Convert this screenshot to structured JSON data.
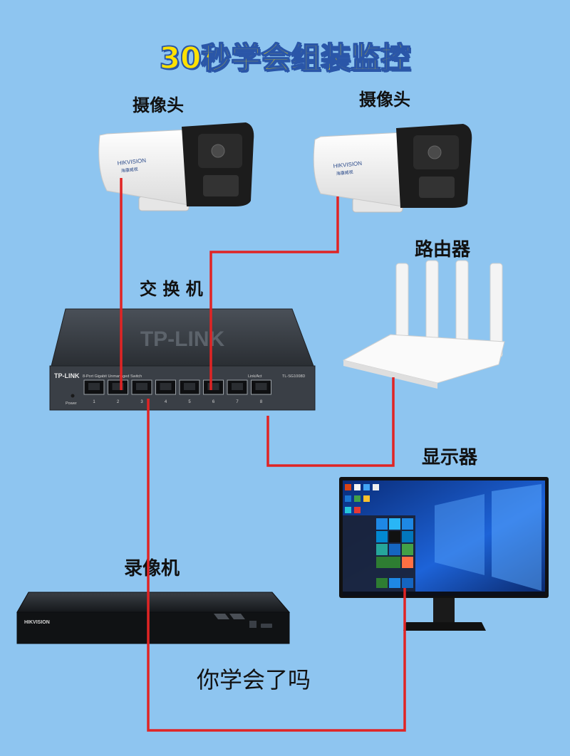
{
  "title": "30秒学会组装监控",
  "question": "你学会了吗",
  "labels": {
    "camera_left": "摄像头",
    "camera_right": "摄像头",
    "switch": "交 换 机",
    "router": "路由器",
    "monitor": "显示器",
    "nvr": "录像机"
  },
  "camera": {
    "brand": "HIKVISION",
    "sub": "海康威视"
  },
  "switch": {
    "brand": "TP-LINK",
    "model_line": "8-Port Gigabit Unmanaged Switch",
    "model": "TL-SG1008D",
    "link": "Link/Act",
    "power": "Power",
    "logo": "TP-LINK",
    "ports": [
      "1",
      "2",
      "3",
      "4",
      "5",
      "6",
      "7",
      "8"
    ]
  },
  "nvr": {
    "brand": "HIKVISION"
  },
  "colors": {
    "background": "#8ec5f0",
    "title_fill": "#ffe100",
    "title_stroke": "#2a56a8",
    "cable": "#e02424"
  }
}
